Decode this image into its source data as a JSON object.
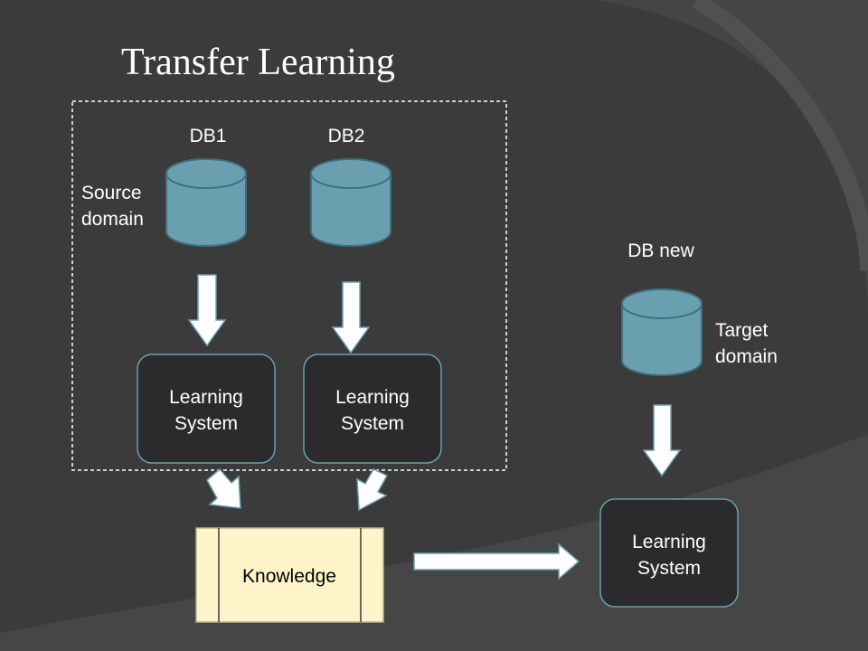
{
  "title": "Transfer Learning",
  "source": {
    "label_line1": "Source",
    "label_line2": "domain",
    "databases": [
      "DB1",
      "DB2"
    ]
  },
  "target": {
    "label_line1": "Target",
    "label_line2": "domain",
    "database": "DB new"
  },
  "learning_system": {
    "line1": "Learning",
    "line2": "System"
  },
  "knowledge": "Knowledge",
  "colors": {
    "background": "#3b3b3b",
    "band": "#4a4a4a",
    "cylinder_fill": "#6a9fb0",
    "cylinder_stroke": "#3f6f80",
    "box_fill": "#2b2b2b",
    "box_stroke": "#6a9fb0",
    "knowledge_fill": "#fdf5c9",
    "knowledge_stroke": "#b9b08a",
    "arrow_fill": "#ffffff",
    "arrow_stroke": "#6a9fb0"
  }
}
